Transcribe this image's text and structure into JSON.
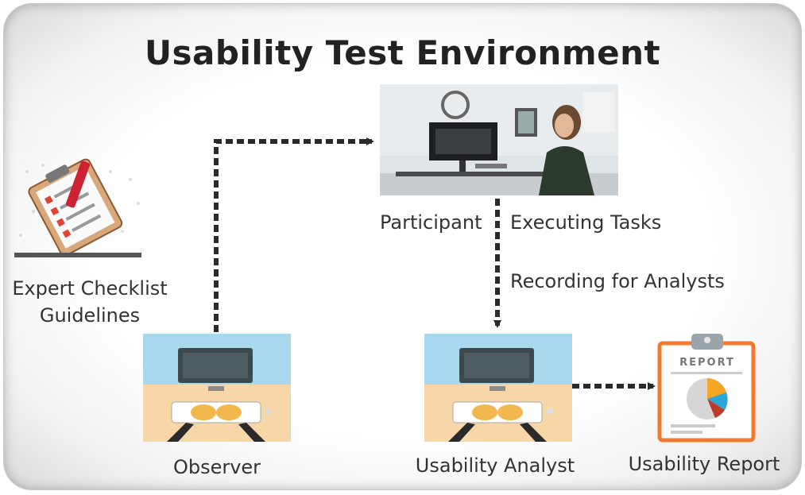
{
  "diagram": {
    "title": "Usability Test Environment",
    "nodes": {
      "checklist": "Expert Checklist\nGuidelines",
      "participant": "Participant",
      "observer": "Observer",
      "analyst": "Usability Analyst",
      "report": "Usability Report"
    },
    "edge_labels": {
      "executing": "Executing Tasks",
      "recording": "Recording for Analysts"
    },
    "report_heading": "REPORT"
  },
  "colors": {
    "station_top": "#a8d8ee",
    "station_bottom": "#f7d6a8",
    "monitor": "#3d4a4d",
    "arrow": "#2a2a2a",
    "report_border": "#f07a30"
  }
}
